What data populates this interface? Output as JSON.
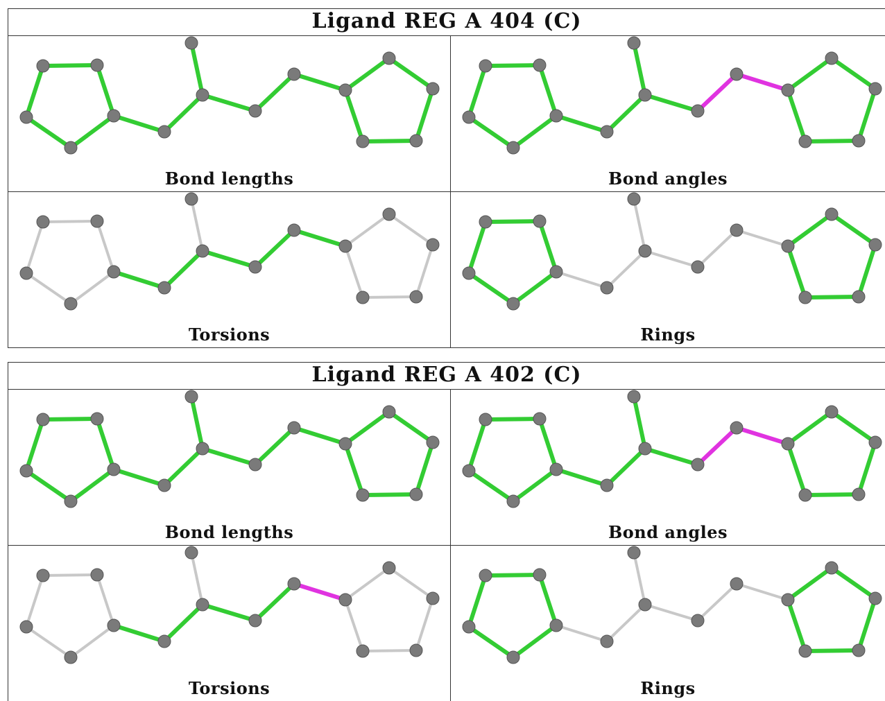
{
  "ligands": [
    {
      "title": "Ligand REG A 404 (C)",
      "panels": [
        {
          "caption": "Bond lengths",
          "outlier_bonds": []
        },
        {
          "caption": "Bond angles",
          "outlier_bonds": [
            [
              7,
              8
            ],
            [
              8,
              9
            ]
          ]
        },
        {
          "caption": "Torsions",
          "outlier_bonds": []
        },
        {
          "caption": "Rings",
          "outlier_bonds": []
        }
      ]
    },
    {
      "title": "Ligand REG A 402 (C)",
      "panels": [
        {
          "caption": "Bond lengths",
          "outlier_bonds": []
        },
        {
          "caption": "Bond angles",
          "outlier_bonds": [
            [
              7,
              8
            ],
            [
              8,
              9
            ]
          ]
        },
        {
          "caption": "Torsions",
          "outlier_bonds": [
            [
              8,
              9
            ]
          ]
        },
        {
          "caption": "Rings",
          "outlier_bonds": []
        }
      ]
    }
  ],
  "colors": {
    "ok_bond": "#33cc33",
    "outlier_bond": "#e033e0",
    "unassessed_bond": "#c8c8c8",
    "atom": "#7a7a7a",
    "atom_outline": "#555555",
    "border": "#333333"
  }
}
